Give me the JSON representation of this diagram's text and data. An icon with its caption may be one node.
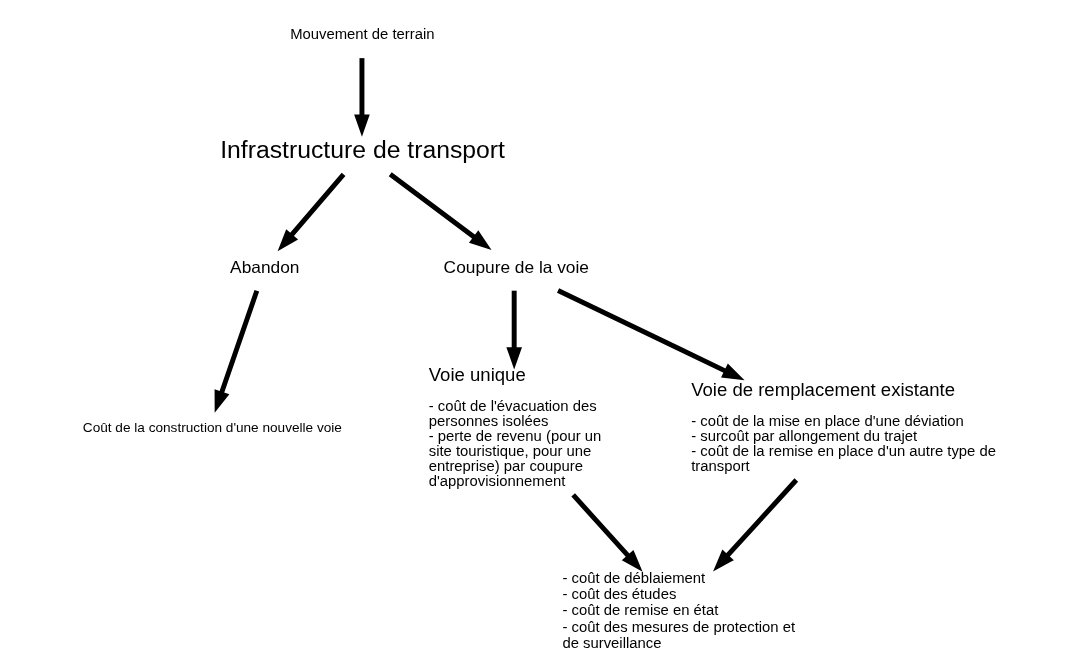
{
  "diagram": {
    "nodes": [
      {
        "text": [
          "Mouvement de terrain"
        ]
      },
      {
        "text": [
          "Infrastructure de transport"
        ]
      },
      {
        "text": [
          "Abandon"
        ]
      },
      {
        "text": [
          "Coupure de la voie"
        ]
      },
      {
        "text": [
          "Coût de la construction d'une nouvelle voie"
        ]
      },
      {
        "text": [
          "Voie unique",
          "- coût de l'évacuation des personnes isolées",
          "- perte de revenu (pour un site touristique, pour une entreprise) par coupure d'approvisionnement"
        ]
      },
      {
        "text": [
          "Voie de remplacement existante",
          "- coût de la mise en place d'une déviation",
          "- surcoût par allongement du trajet",
          "- coût de la remise en place d'un autre type de transport"
        ]
      },
      {
        "text": [
          "- coût de déblaiement",
          "- coût des études",
          "- coût de remise en état",
          "- coût des mesures de protection et de surveillance"
        ]
      }
    ],
    "edges": [
      {
        "from": 0,
        "to": 1,
        "arrow": "to"
      },
      {
        "from": 1,
        "to": 2,
        "arrow": "to"
      },
      {
        "from": 1,
        "to": 3,
        "arrow": "to"
      },
      {
        "from": 2,
        "to": 4,
        "arrow": "to"
      },
      {
        "from": 3,
        "to": 5,
        "arrow": "to"
      },
      {
        "from": 3,
        "to": 6,
        "arrow": "to"
      },
      {
        "from": 5,
        "to": 7,
        "arrow": "to"
      },
      {
        "from": 6,
        "to": 7,
        "arrow": "to"
      }
    ]
  }
}
